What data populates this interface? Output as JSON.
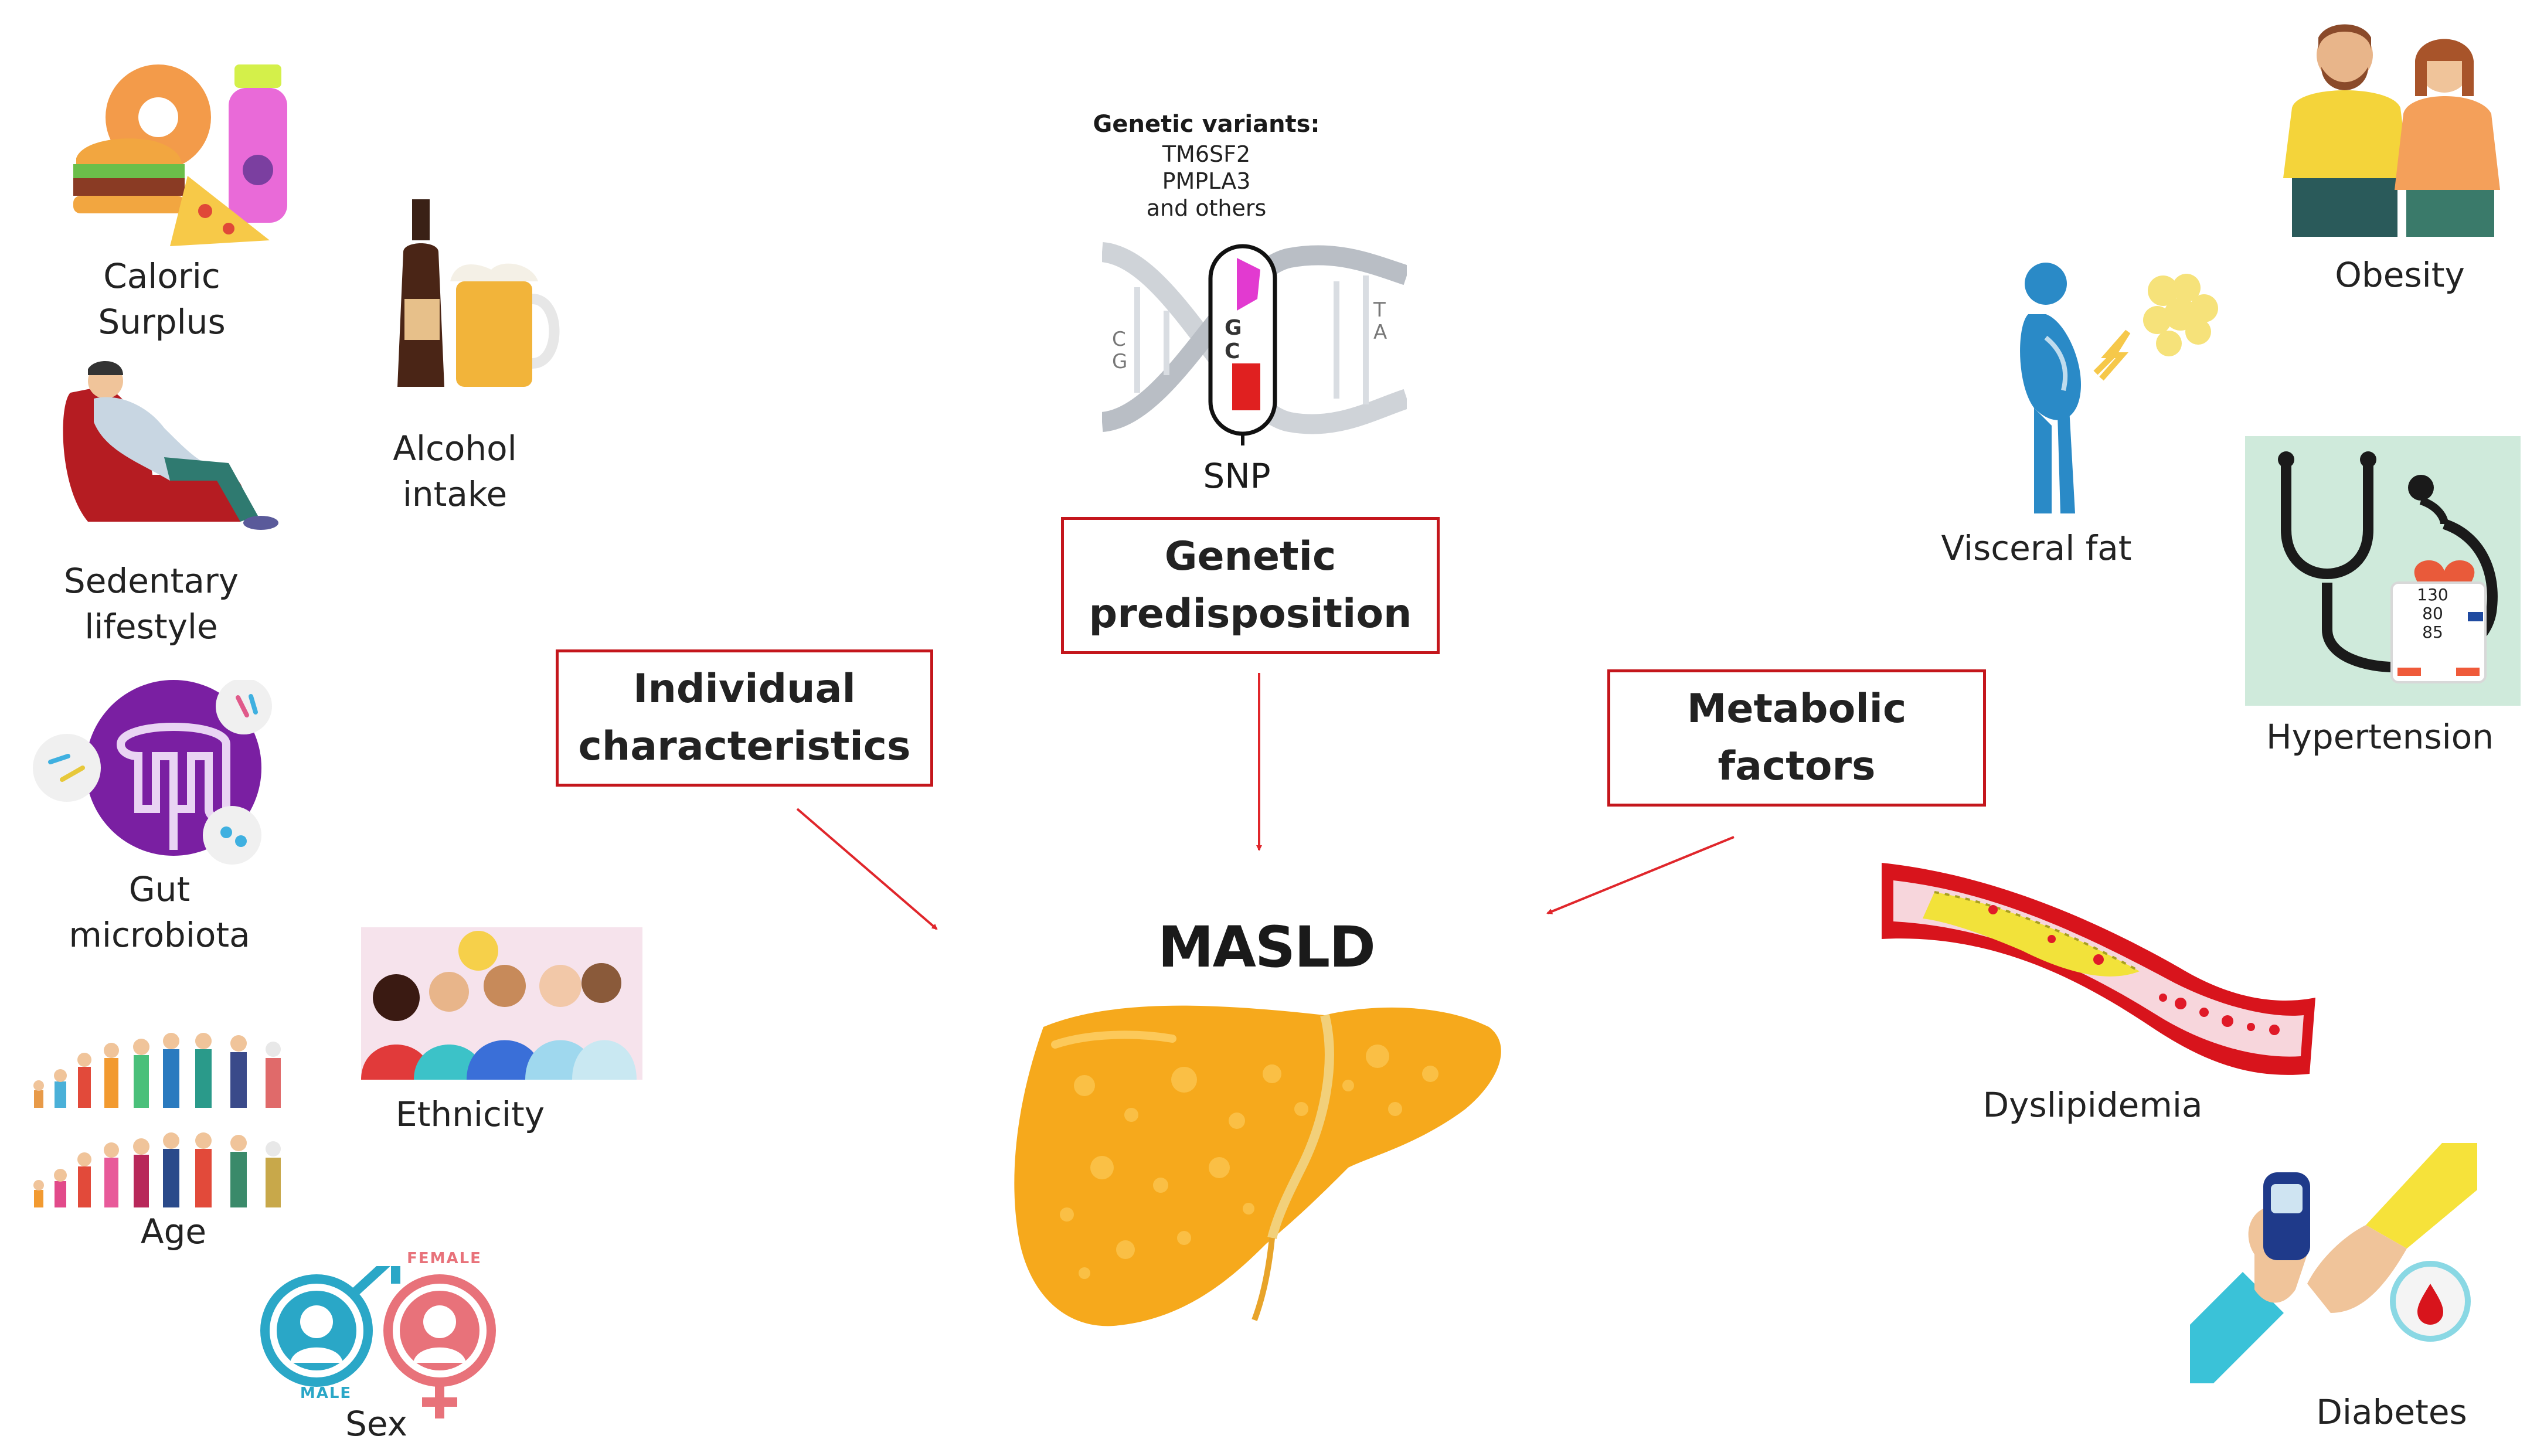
{
  "center": {
    "label": "MASLD"
  },
  "boxes": {
    "individual": "Individual\ncharacteristics",
    "genetic": "Genetic\npredisposition",
    "metabolic": "Metabolic\nfactors"
  },
  "genetic_panel": {
    "title": "Genetic variants:",
    "variants": [
      "TM6SF2",
      "PMPLA3",
      "and others"
    ],
    "bases": {
      "left": "C G",
      "mid": "G C",
      "right": "T A"
    },
    "snp": "SNP"
  },
  "individual_items": {
    "caloric": "Caloric\nSurplus",
    "alcohol": "Alcohol\nintake",
    "sedentary": "Sedentary\nlifestyle",
    "gut": "Gut\nmicrobiota",
    "ethnicity": "Ethnicity",
    "age": "Age",
    "sex": "Sex",
    "sex_female": "FEMALE",
    "sex_male": "MALE"
  },
  "metabolic_items": {
    "obesity": "Obesity",
    "visceral": "Visceral fat",
    "hypertension": "Hypertension",
    "bp_values": [
      "130",
      "80",
      "85"
    ],
    "dyslipidemia": "Dyslipidemia",
    "diabetes": "Diabetes"
  },
  "colors": {
    "box_border": "#c4161c",
    "arrow": "#e0262b",
    "liver": "#f6a91c"
  }
}
